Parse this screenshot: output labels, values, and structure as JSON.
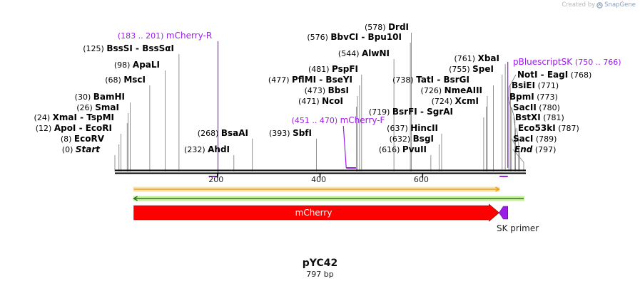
{
  "credit": {
    "prefix": "Created by",
    "brand": "SnapGene"
  },
  "sequence": {
    "name": "pYC42",
    "length_label": "797 bp",
    "length": 797
  },
  "ruler_ticks": [
    200,
    400,
    600
  ],
  "enzymes": [
    {
      "pos": 0,
      "name": "Start",
      "italic": true
    },
    {
      "pos": 8,
      "name": "EcoRV"
    },
    {
      "pos": 12,
      "name": "ApoI  -  EcoRI"
    },
    {
      "pos": 24,
      "name": "XmaI  -  TspMI"
    },
    {
      "pos": 26,
      "name": "SmaI"
    },
    {
      "pos": 30,
      "name": "BamHI"
    },
    {
      "pos": 68,
      "name": "MscI"
    },
    {
      "pos": 98,
      "name": "ApaLI"
    },
    {
      "pos": 125,
      "name": "BssSI  -  BssSαI"
    },
    {
      "pos": 232,
      "name": "AhdI"
    },
    {
      "pos": 268,
      "name": "BsaAI"
    },
    {
      "pos": 393,
      "name": "SbfI"
    },
    {
      "pos": 471,
      "name": "NcoI"
    },
    {
      "pos": 473,
      "name": "BbsI"
    },
    {
      "pos": 477,
      "name": "PflMI  -  BseYI"
    },
    {
      "pos": 481,
      "name": "PspFI"
    },
    {
      "pos": 544,
      "name": "AlwNI"
    },
    {
      "pos": 576,
      "name": "BbvCI  -  Bpu10I"
    },
    {
      "pos": 578,
      "name": "DrdI"
    },
    {
      "pos": 616,
      "name": "PvuII"
    },
    {
      "pos": 632,
      "name": "BsgI"
    },
    {
      "pos": 637,
      "name": "HincII"
    },
    {
      "pos": 719,
      "name": "BsrFI  -  SgrAI"
    },
    {
      "pos": 724,
      "name": "XcmI"
    },
    {
      "pos": 726,
      "name": "NmeAIII"
    },
    {
      "pos": 738,
      "name": "TatI  -  BsrGI"
    },
    {
      "pos": 755,
      "name": "SpeI"
    },
    {
      "pos": 761,
      "name": "XbaI"
    },
    {
      "pos": 768,
      "name": "NotI  -  EagI"
    },
    {
      "pos": 771,
      "name": "BsiEI"
    },
    {
      "pos": 773,
      "name": "BpmI"
    },
    {
      "pos": 780,
      "name": "SacII"
    },
    {
      "pos": 781,
      "name": "BstXI"
    },
    {
      "pos": 787,
      "name": "Eco53kI"
    },
    {
      "pos": 789,
      "name": "SacI"
    },
    {
      "pos": 797,
      "name": "End",
      "italic": true
    }
  ],
  "primers": [
    {
      "name": "mCherry-R",
      "range_label": "(183 .. 201)",
      "start": 183,
      "end": 201,
      "direction": "reverse"
    },
    {
      "name": "mCherry-F",
      "range_label": "(451 .. 470)",
      "start": 451,
      "end": 470,
      "direction": "forward"
    },
    {
      "name": "pBluescriptSK",
      "range_label": "(750 .. 766)",
      "start": 750,
      "end": 766,
      "direction": "reverse"
    }
  ],
  "orf_lines": [
    {
      "start": 37,
      "end": 749,
      "direction": "forward",
      "color": "#e6a01e",
      "halo": "#fde3b0"
    },
    {
      "start": 37,
      "end": 797,
      "direction": "reverse",
      "color": "#2a7a1e",
      "halo": "#c8ef9c"
    }
  ],
  "features": [
    {
      "name": "mCherry",
      "start": 37,
      "end": 749,
      "color": "#ff0000",
      "direction": "forward",
      "label_inside": true
    },
    {
      "name": "SK primer",
      "start": 749,
      "end": 766,
      "color": "#9a1ee6",
      "direction": "reverse",
      "label_inside": false
    }
  ],
  "colors": {
    "primer": "#9a1ee6",
    "enzyme_line": "#777777",
    "backbone": "#000000"
  }
}
